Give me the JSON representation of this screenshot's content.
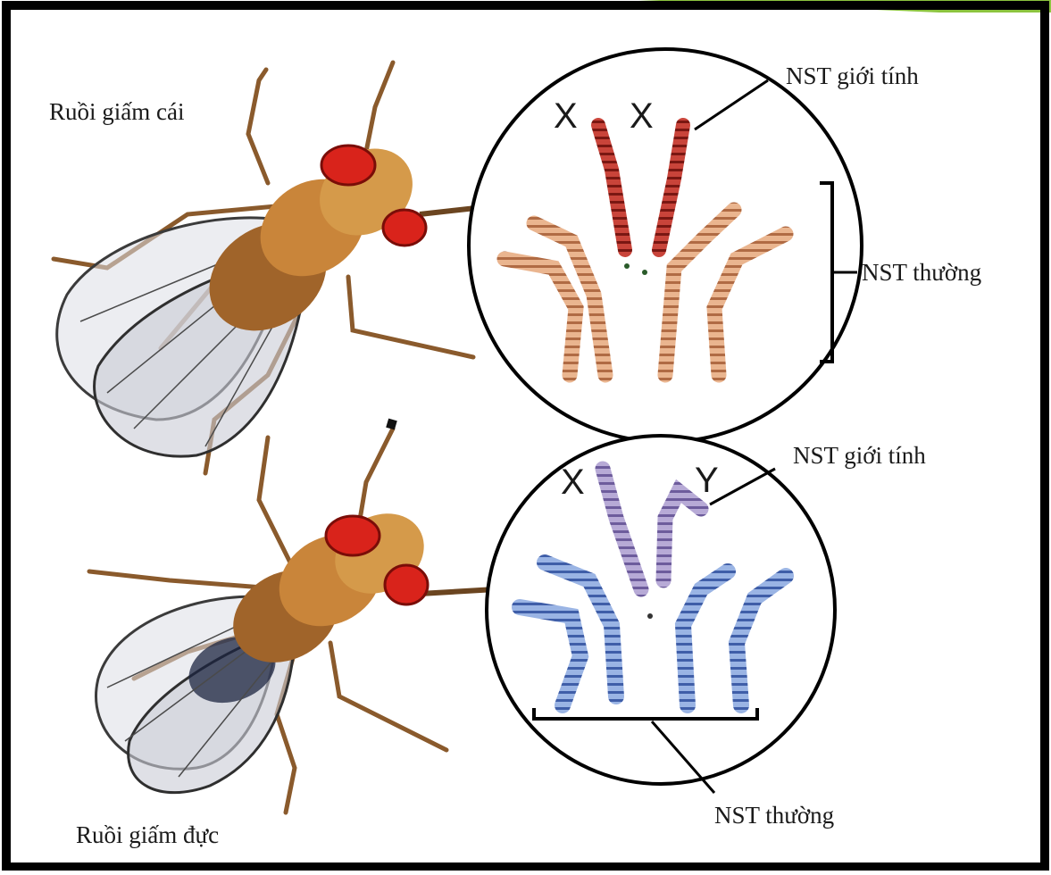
{
  "labels": {
    "female_fly": "Ruồi giấm cái",
    "male_fly": "Ruồi giấm đực",
    "female_sex_chromosome": "NST giới tính",
    "female_autosome": "NST thường",
    "male_sex_chromosome": "NST giới tính",
    "male_autosome": "NST thường"
  },
  "chromosomes": {
    "female_x1": "X",
    "female_x2": "X",
    "male_x": "X",
    "male_y": "Y"
  },
  "colors": {
    "frame": "#000000",
    "accent": "#8cc43f",
    "female_sex_chromosome": "#b8332c",
    "female_autosome": "#d9946a",
    "male_sex_chromosome": "#9a8cc0",
    "male_autosome": "#6f8fd0",
    "fly_eye": "#d2231c",
    "fly_body": "#b7742c"
  }
}
